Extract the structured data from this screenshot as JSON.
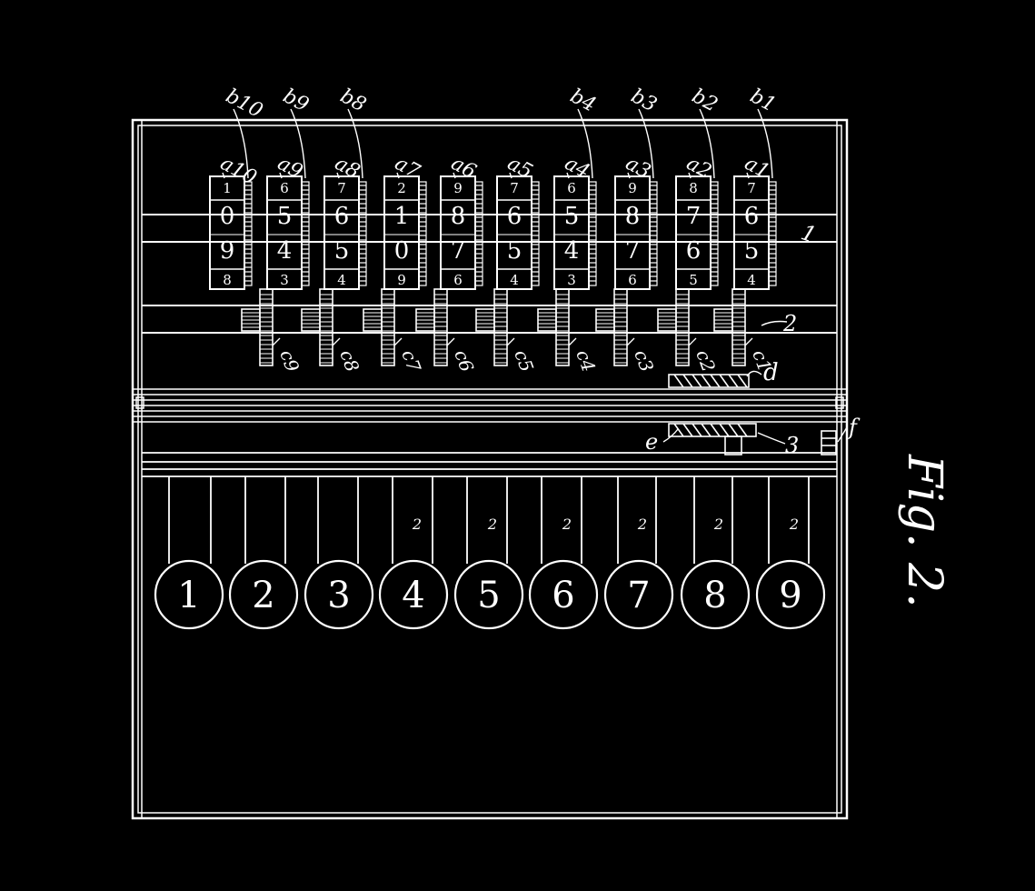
{
  "figure_label": "Fig. 2.",
  "colors": {
    "background": "#000000",
    "ink": "#ffffff"
  },
  "wheels": [
    {
      "a": "a10",
      "b": "b10",
      "digits": [
        "1",
        "0",
        "9",
        "8"
      ]
    },
    {
      "a": "a9",
      "b": "b9",
      "digits": [
        "6",
        "5",
        "4",
        "3"
      ]
    },
    {
      "a": "a8",
      "b": "b8",
      "digits": [
        "7",
        "6",
        "5",
        "4"
      ]
    },
    {
      "a": "a7",
      "b": "",
      "digits": [
        "2",
        "1",
        "0",
        "9"
      ]
    },
    {
      "a": "a6",
      "b": "",
      "digits": [
        "9",
        "8",
        "7",
        "6"
      ]
    },
    {
      "a": "a5",
      "b": "",
      "digits": [
        "7",
        "6",
        "5",
        "4"
      ]
    },
    {
      "a": "a4",
      "b": "b4",
      "digits": [
        "6",
        "5",
        "4",
        "3"
      ]
    },
    {
      "a": "a3",
      "b": "b3",
      "digits": [
        "9",
        "8",
        "7",
        "6"
      ]
    },
    {
      "a": "a2",
      "b": "b2",
      "digits": [
        "8",
        "7",
        "6",
        "5"
      ]
    },
    {
      "a": "a1",
      "b": "b1",
      "digits": [
        "7",
        "6",
        "5",
        "4"
      ]
    }
  ],
  "racks": [
    "c9",
    "c8",
    "c7",
    "c6",
    "c5",
    "c4",
    "c3",
    "c2",
    "c1"
  ],
  "keys": [
    "1",
    "2",
    "3",
    "4",
    "5",
    "6",
    "7",
    "8",
    "9"
  ],
  "key_stem_mark": "2",
  "part_labels": {
    "frame_1": "1",
    "frame_2": "2",
    "frame_3": "3",
    "shaft_d": "d",
    "gear_e": "e",
    "ratchet_f": "f"
  }
}
